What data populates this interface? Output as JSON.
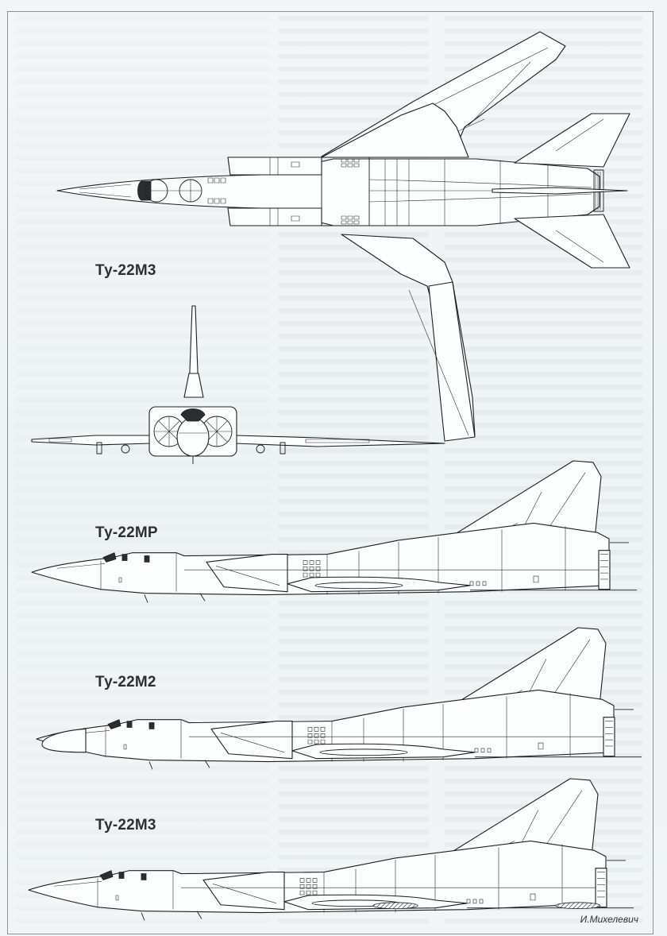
{
  "drawing": {
    "views": [
      {
        "id": "top-view",
        "label": "Ту-22М3",
        "type": "plan"
      },
      {
        "id": "front-view",
        "label": "",
        "type": "front"
      },
      {
        "id": "side-view-mp",
        "label": "Ту-22МР",
        "type": "side"
      },
      {
        "id": "side-view-m2",
        "label": "Ту-22М2",
        "type": "side"
      },
      {
        "id": "side-view-m3",
        "label": "Ту-22М3",
        "type": "side"
      }
    ],
    "signature": "И.Михелевич"
  },
  "colors": {
    "background": "#f3f6f8",
    "line": "#1c1f22",
    "frame": "#8d9296",
    "label": "#2c2f33"
  }
}
